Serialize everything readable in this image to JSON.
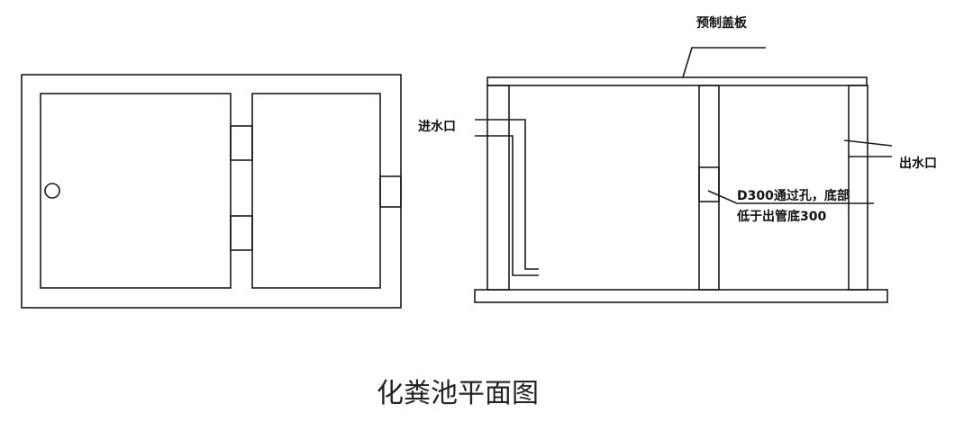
{
  "labels": {
    "cover_slab": "预制盖板",
    "inlet": "进水口",
    "outlet": "出水口",
    "hole_note_line1": "D300通过孔，底部",
    "hole_note_line2": "低于出管底300"
  },
  "caption": "化粪池平面图"
}
